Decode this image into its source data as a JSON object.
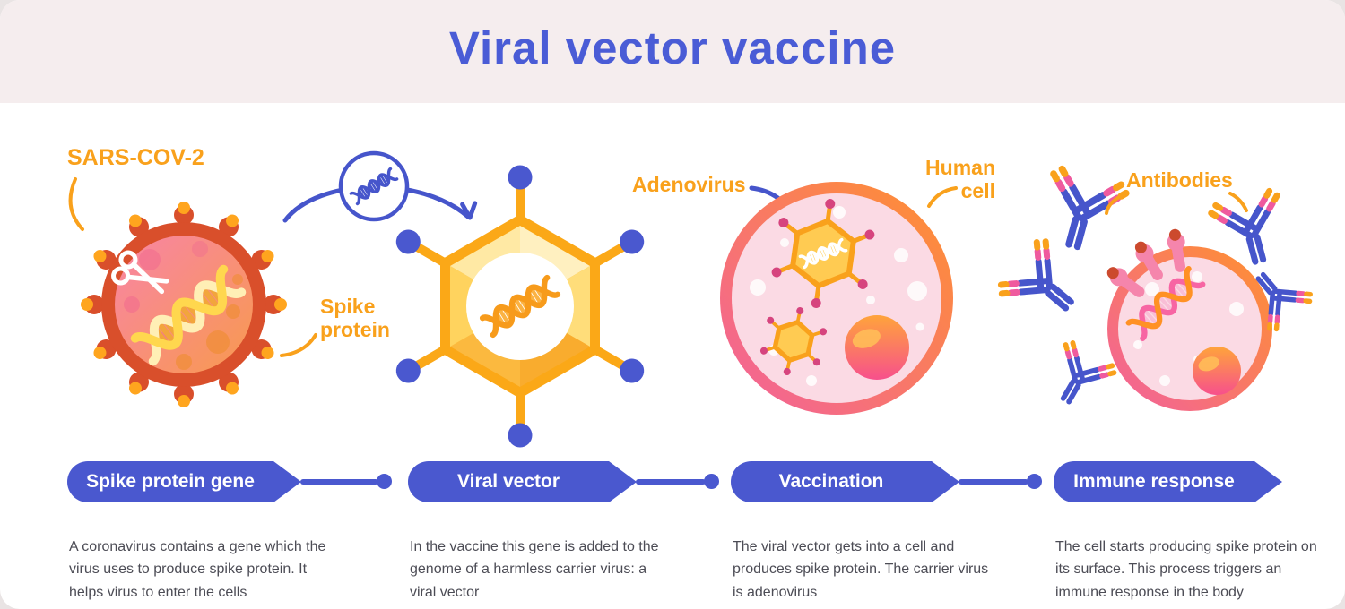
{
  "header": {
    "title": "Viral vector vaccine"
  },
  "annotations": {
    "sars_cov_2": "SARS-COV-2",
    "spike_protein": [
      "Spike",
      "protein"
    ],
    "adenovirus": "Adenovirus",
    "human_cell": [
      "Human",
      "cell"
    ],
    "antibodies": "Antibodies"
  },
  "steps": [
    {
      "label": "Spike protein gene",
      "description": "A coronavirus contains a gene which the virus uses to produce spike protein. It helps virus to enter the cells"
    },
    {
      "label": "Viral vector",
      "description": "In the vaccine this gene is added to the genome of a harmless carrier virus: a viral vector"
    },
    {
      "label": "Vaccination",
      "description": "The viral vector gets into a cell and produces spike protein. The carrier virus is adenovirus"
    },
    {
      "label": "Immune response",
      "description": "The cell starts producing spike protein on its surface. This process triggers an immune response in the body"
    }
  ],
  "palette": {
    "title_blue": "#4A5CD6",
    "accent_blue": "#4655CB",
    "pill_blue": "#4A58CF",
    "label_orange": "#F9A11C",
    "virus_red": "#D94F2B",
    "spike_tip_orange": "#FFA51E",
    "vector_yellow": "#FBA817",
    "cell_border_pink": "#F2609E",
    "cell_border_orange": "#FF922D",
    "cell_interior_pink": "#FBDAE4",
    "magenta_dot": "#D6447E",
    "antibody_pink_tip": "#EF5A9E",
    "header_bg": "#F5EDEE",
    "body_text": "#4C4C55"
  },
  "icons": {
    "dna_badge": "dna-icon",
    "scissors": "scissors-icon",
    "transfer_arrow": "curved-arrow-right-icon",
    "injection_arrow": "curved-arrow-down-icon",
    "antibody": "antibody-y-icon"
  }
}
